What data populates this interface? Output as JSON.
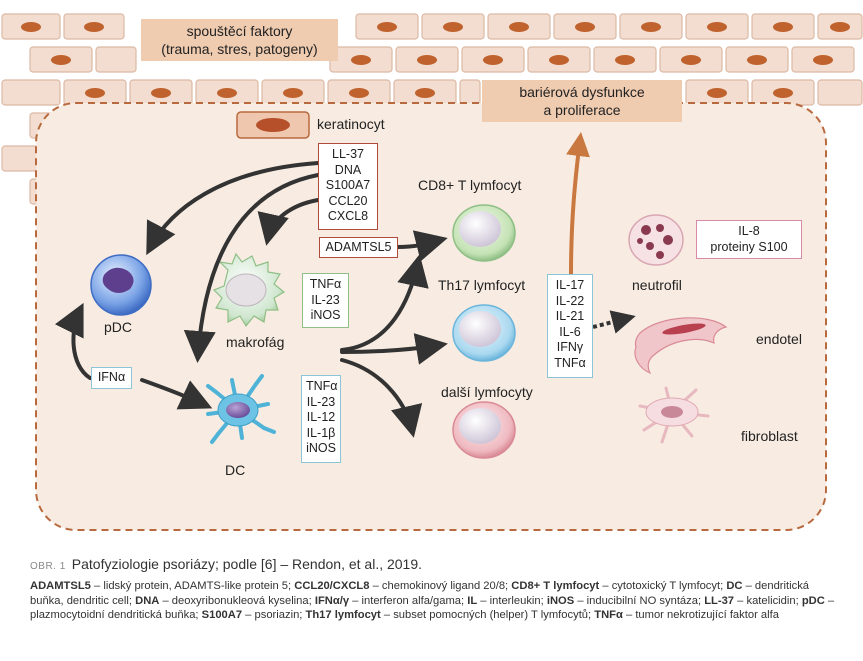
{
  "triggers": {
    "line1": "spouštěcí faktory",
    "line2": "(trauma, stres, patogeny)"
  },
  "barrier": {
    "line1": "bariérová dysfunkce",
    "line2": "a proliferace"
  },
  "cells": {
    "keratinocyte": "keratinocyt",
    "cd8": "CD8+ T lymfocyt",
    "th17": "Th17 lymfocyt",
    "other": "další lymfocyty",
    "pdc": "pDC",
    "macrophage": "makrofág",
    "dc": "DC",
    "neutrophil": "neutrofil",
    "endothelium": "endotel",
    "fibroblast": "fibroblast"
  },
  "boxes": {
    "keratinocyte_products": [
      "LL-37",
      "DNA",
      "S100A7",
      "CCL20",
      "CXCL8"
    ],
    "adamtsl5": "ADAMTSL5",
    "macrophage_products": [
      "TNFα",
      "IL-23",
      "iNOS"
    ],
    "dc_products": [
      "TNFα",
      "IL-23",
      "IL-12",
      "IL-1β",
      "iNOS"
    ],
    "ifn": "IFNα",
    "t_products": [
      "IL-17",
      "IL-22",
      "IL-21",
      "IL-6",
      "IFNγ",
      "TNFα"
    ],
    "neutrophil_products": [
      "IL-8",
      "proteiny S100"
    ]
  },
  "colors": {
    "panel_fill": "#f8ece2",
    "panel_border": "#b86a3e",
    "brick": "#f2ddd0",
    "nucleus": "#c0622e",
    "callout": "#efcbb0",
    "arrow": "#333333",
    "growth_arrow": "#c9783f"
  },
  "caption": {
    "label": "OBR. 1",
    "title": "Patofyziologie psoriázy; podle [6] – Rendon, et al., 2019.",
    "legend": [
      {
        "term": "ADAMTSL5",
        "def": " – lidský protein, ADAMTS-like protein 5; "
      },
      {
        "term": "CCL20/CXCL8",
        "def": " – chemokinový ligand 20/8; "
      },
      {
        "term": "CD8+ T lymfocyt",
        "def": " – cytotoxický T lymfocyt; "
      },
      {
        "term": "DC",
        "def": " – dendritická buňka, dendritic cell; "
      },
      {
        "term": "DNA",
        "def": " – deoxyribonukleová kyselina; "
      },
      {
        "term": "IFNα/γ",
        "def": " – interferon alfa/gama; "
      },
      {
        "term": "IL",
        "def": " – interleukin; "
      },
      {
        "term": "iNOS",
        "def": " – inducibilní NO syntáza; "
      },
      {
        "term": "LL-37",
        "def": " – katelicidin; "
      },
      {
        "term": "pDC",
        "def": " – plazmocytoidní dendritická buňka; "
      },
      {
        "term": "S100A7",
        "def": " – psoriazin; "
      },
      {
        "term": "Th17 lymfocyt",
        "def": " – subset pomocných (helper) T lymfocytů; "
      },
      {
        "term": "TNFα",
        "def": " – tumor nekrotizující faktor alfa"
      }
    ]
  }
}
